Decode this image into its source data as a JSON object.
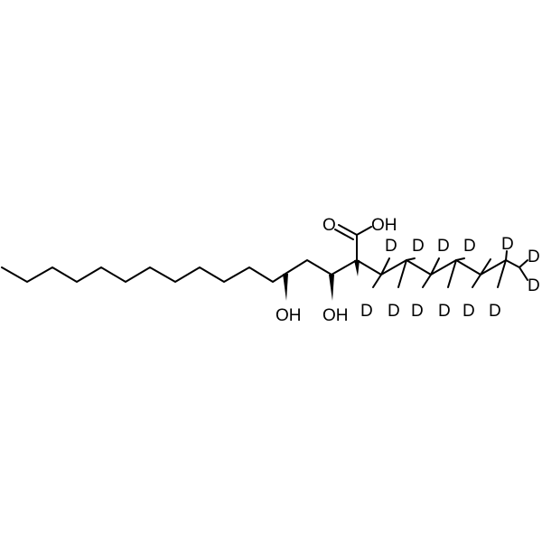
{
  "molecule": {
    "labels": {
      "carboxyl": "O",
      "carboxyl_oh": "OH",
      "hydroxyl_1": "OH",
      "hydroxyl_2": "OH",
      "deuterium": "D"
    }
  }
}
